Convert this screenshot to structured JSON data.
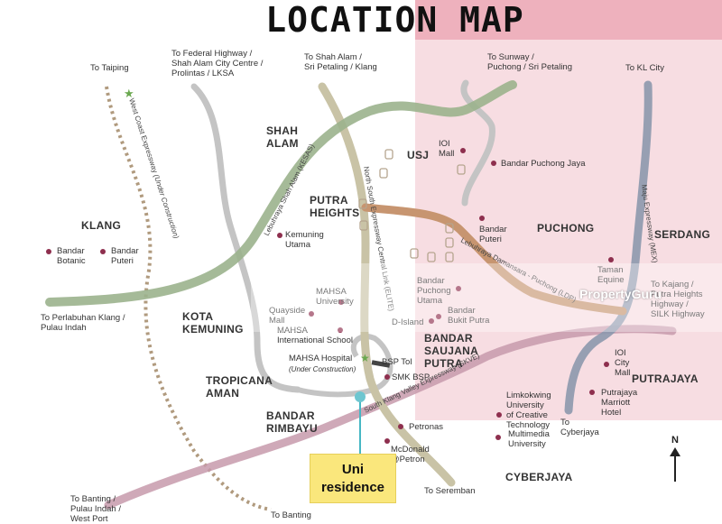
{
  "title": "LOCATION MAP",
  "areas": [
    {
      "name": "SHAH\nALAM"
    },
    {
      "name": "USJ"
    },
    {
      "name": "PUTRA\nHEIGHTS"
    },
    {
      "name": "KLANG"
    },
    {
      "name": "PUCHONG"
    },
    {
      "name": "SERDANG"
    },
    {
      "name": "KOTA\nKEMUNING"
    },
    {
      "name": "BANDAR\nSAUJANA\nPUTRA"
    },
    {
      "name": "TROPICANA\nAMAN"
    },
    {
      "name": "BANDAR\nRIMBAYU"
    },
    {
      "name": "PUTRAJAYA"
    },
    {
      "name": "CYBERJAYA"
    }
  ],
  "destinations": [
    {
      "text": "To Taiping"
    },
    {
      "text": "To Federal Highway /\nShah Alam City Centre /\nProlintas / LKSA"
    },
    {
      "text": "To Shah Alam /\nSri Petaling / Klang"
    },
    {
      "text": "To Sunway /\nPuchong / Sri Petaling"
    },
    {
      "text": "To KL City"
    },
    {
      "text": "To Perlabuhan Klang /\nPulau Indah"
    },
    {
      "text": "To Kajang /\nPutra Heights\nHighway /\nSILK Highway"
    },
    {
      "text": "To\nCyberjaya"
    },
    {
      "text": "To Banting /\nPulau Indah /\nWest Port"
    },
    {
      "text": "To Banting"
    },
    {
      "text": "To Seremban"
    }
  ],
  "places": [
    {
      "text": "IOI\nMall"
    },
    {
      "text": "Bandar Puchong Jaya"
    },
    {
      "text": "Bandar\nPuteri"
    },
    {
      "text": "Bandar\nBotanic"
    },
    {
      "text": "Bandar\nPuteri"
    },
    {
      "text": "Kemuning\nUtama"
    },
    {
      "text": "Taman\nEquine"
    },
    {
      "text": "Bandar\nPuchong\nUtama"
    },
    {
      "text": "MAHSA\nUniversity"
    },
    {
      "text": "Quayside\nMall"
    },
    {
      "text": "MAHSA\nInternational School"
    },
    {
      "text": "Bandar\nBukit Putra"
    },
    {
      "text": "D-Island"
    },
    {
      "text": "MAHSA Hospital"
    },
    {
      "text": "(Under Construction)"
    },
    {
      "text": "BSP Tol"
    },
    {
      "text": "SMK BSP"
    },
    {
      "text": "IOI\nCity\nMall"
    },
    {
      "text": "Putrajaya\nMarriott\nHotel"
    },
    {
      "text": "Limkokwing\nUniversity\nof Creative\nTechnology"
    },
    {
      "text": "Petronas"
    },
    {
      "text": "Multimedia\nUniversity"
    },
    {
      "text": "McDonald\n@Petron"
    }
  ],
  "roads": {
    "west_coast": "West Coast Expressway",
    "west_coast_note": "(Under Construction)",
    "kesas": "Lebuhraya Shah Alam (KESAS)",
    "nse": "North South Expressway Central Link (ELITE)",
    "ldp": "Lebuhraya Damansara - Puchong (LDP)",
    "skve": "South Klang Valley Expressway (SKVE)",
    "mex": "Maju Expressway (MEX)"
  },
  "highlight": {
    "label": "Uni\nresidence"
  },
  "compass_label": "N",
  "watermark": "PropertyGuru",
  "colors": {
    "pink_zone": "#f7dde2",
    "pink_band": "#eeb1bd",
    "kesas": "#9bb28d",
    "nse": "#c9c3a6",
    "ldp": "#c79570",
    "skve": "#b98d9e",
    "mex": "#8c98ad",
    "grey_road": "#c4c4c4",
    "west_coast": "#b09a7e",
    "poi_dot": "#8e2f4e",
    "highlight": "#fae77c"
  }
}
